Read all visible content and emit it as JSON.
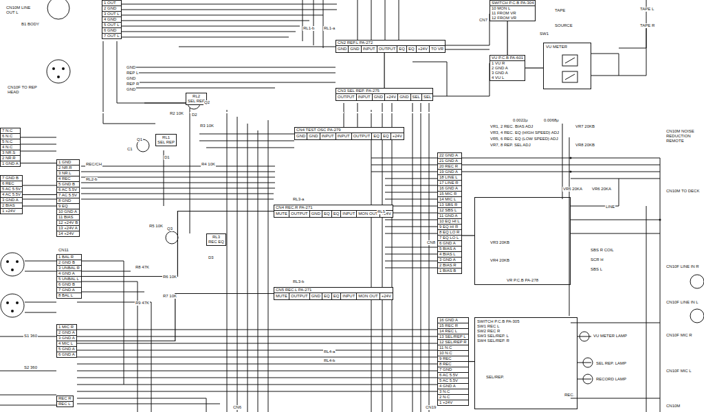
{
  "diagram": {
    "nodes": [
      {
        "text": [
          "1 OUT",
          "2 GND",
          "3 OUT L",
          "4 GND",
          "5 OUT L",
          "6 GND",
          "7 OUT L"
        ]
      },
      {
        "text": [
          "CN2 REP.L PA-272",
          "GND",
          "GND",
          "INPUT",
          "OUTPUT",
          "EQ",
          "EQ",
          "+24V",
          "TO VR"
        ]
      },
      {
        "text": [
          "CN3 SEL REP. PA-275",
          "OUTPUT",
          "INPUT",
          "GND",
          "+24V",
          "GND",
          "SEL",
          "SEL"
        ]
      },
      {
        "text": [
          "SWITCH P.C.B PA-304",
          "10 MON L",
          "11 FROM VR",
          "12 FROM VR"
        ]
      },
      {
        "text": [
          "VU P.C.B PA-601",
          "1 VU R",
          "2 GND A",
          "3 GND A",
          "4 VU L"
        ]
      },
      {
        "text": [
          "VU METER"
        ]
      },
      {
        "text": [
          "CN4 TEST OSC PA-279",
          "GND",
          "GND",
          "INPUT",
          "INPUT",
          "OUTPUT",
          "EQ",
          "EQ",
          "+24V"
        ]
      },
      {
        "text": [
          "CN4 REC.R PA-271",
          "MUTE",
          "OUTPUT",
          "GND",
          "EQ",
          "EQ",
          "INPUT",
          "MON OUT",
          "+24V"
        ]
      },
      {
        "text": [
          "CN5 REC.L PA-271",
          "MUTE",
          "OUTPUT",
          "GND",
          "EQ",
          "EQ",
          "INPUT",
          "MON OUT",
          "+24V"
        ]
      },
      {
        "text": [
          "22 GND A",
          "21 GND A",
          "20 REC R",
          "19 GND A",
          "18 LINE L",
          "17 LINE R",
          "16 GND A",
          "15 MIC R",
          "14 MIC L",
          "13 SBS R",
          "12 SBS L",
          "11 GND A",
          "10 EQ HI L",
          "9 EQ HI R",
          "8 EQ LO R",
          "7 EQ LO L",
          "6 GND A",
          "5 BIAS A",
          "4 BIAS L",
          "3 GND A",
          "2 BIAS R",
          "1 BIAS B"
        ]
      },
      {
        "text": [
          "VR P.C.B PA-278"
        ]
      },
      {
        "text": [
          "SWITCH P.C.B PA-305",
          "SW1 REC L",
          "SW2 REC R",
          "SW3 SEL/REP. L",
          "SW4 SEL/REP. R"
        ]
      },
      {
        "text": [
          "16 GND A",
          "15 REC R",
          "14 REC L",
          "13 SEL/REP L",
          "12 SEL/REP R",
          "11 N.C",
          "10 N.C",
          "9 REC",
          "8 REC",
          "7 GND",
          "6 AC 5.5V",
          "5 AC 5.5V",
          "4 GND A",
          "3 N.C",
          "2 N.C",
          "1 +24V"
        ]
      },
      {
        "text": [
          "7 N.C",
          "6 N.C",
          "5 N.C",
          "4 N.C",
          "3 NR.S",
          "2 NR.R",
          "1 GND A"
        ]
      },
      {
        "text": [
          "7 GND B",
          "6 REC",
          "5 AC 5.5V",
          "4 AC 5.5V",
          "3 GND A",
          "2 BIAS",
          "1 +24V"
        ]
      },
      {
        "text": [
          "1 GND",
          "2 NR.R",
          "3 NR.L",
          "4 REC",
          "5 GND B",
          "6 AC 5.5V",
          "7 AC 5.5V",
          "8 GND",
          "9 EQ",
          "10 GND A",
          "11 BIAS",
          "12 +24V B",
          "13 +24V A",
          "14 +24V"
        ]
      },
      {
        "text": [
          "1 BAL R",
          "2 GND B",
          "3 UNBAL R",
          "4 GND A",
          "5 UNBAL L",
          "6 GND B",
          "7 GND A",
          "8 BAL L"
        ]
      },
      {
        "text": [
          "1 MIC R",
          "2 GND A",
          "3 GND A",
          "4 MIC L",
          "5 GND A",
          "6 GND A"
        ]
      },
      {
        "text": [
          "RL1",
          "SEL REP"
        ]
      },
      {
        "text": [
          "RL2",
          "SEL REP"
        ]
      },
      {
        "text": [
          "RL3",
          "REC EQ"
        ]
      },
      {
        "text": [
          "REC R",
          "REC L"
        ]
      }
    ],
    "edges": [
      {
        "from": 13,
        "to": 15,
        "arrow": "none"
      },
      {
        "from": 14,
        "to": 15,
        "arrow": "none"
      },
      {
        "from": 4,
        "to": 5,
        "arrow": "none"
      },
      {
        "from": 9,
        "to": 10,
        "arrow": "none"
      },
      {
        "from": 12,
        "to": 11,
        "arrow": "none"
      },
      {
        "from": 3,
        "to": 4,
        "arrow": "none"
      },
      {
        "from": 1,
        "to": 2,
        "arrow": "none"
      },
      {
        "from": 16,
        "to": 7,
        "arrow": "none"
      },
      {
        "from": 17,
        "to": 8,
        "arrow": "none"
      }
    ],
    "labels": [
      "CN10M LINE OUT L",
      "B1 BODY",
      "CN10F TO REP HEAD",
      "GND",
      "REP L",
      "GND",
      "REP R",
      "GND",
      "RL1-b",
      "RL1-a",
      "Q2",
      "D2",
      "R2 10K",
      "R3 10K",
      "Q1",
      "C1",
      "D1",
      "R4 10K",
      "REC/CH",
      "RL2-b",
      "R5 10K",
      "Q3",
      "D3",
      "R6 10K",
      "R7 10K",
      "R8 47K",
      "R9 47K",
      "RL3-a",
      "RL3-b",
      "RL4-a",
      "RL4-b",
      "RL5",
      "S1 360",
      "S2 360",
      "CN6",
      "CN8",
      "CN11",
      "0.0022μ",
      "0.0068μ",
      "VR1, 2 REC. BIAS ADJ",
      "VR3, 4 REC. EQ (HIGH SPEED) ADJ",
      "VR5, 6 REC. EQ (LOW SPEED) ADJ",
      "VR7, 8 REP. SEL ADJ",
      "VR7 20KB",
      "VR8 20KB",
      "VR5 20KA",
      "VR6 20KA",
      "LINE",
      "VR3 20KB",
      "VR4 20KB",
      "SBS R COIL",
      "SCR H",
      "SBS L",
      "CN10M NOISE REDUCTION REMOTE",
      "CN10M TO DECK",
      "CN10F LINE IN R",
      "CN10F LINE IN L",
      "CN10F MIC R",
      "CN10F MIC L",
      "CN10M",
      "VU METER LAMP",
      "SEL REP. LAMP",
      "RECORD LAMP",
      "REC.",
      "SEL/REP.",
      "TAPE L",
      "TAPE R",
      "SOURCE",
      "TAPE",
      "SW1",
      "CN7",
      "CN19"
    ]
  }
}
